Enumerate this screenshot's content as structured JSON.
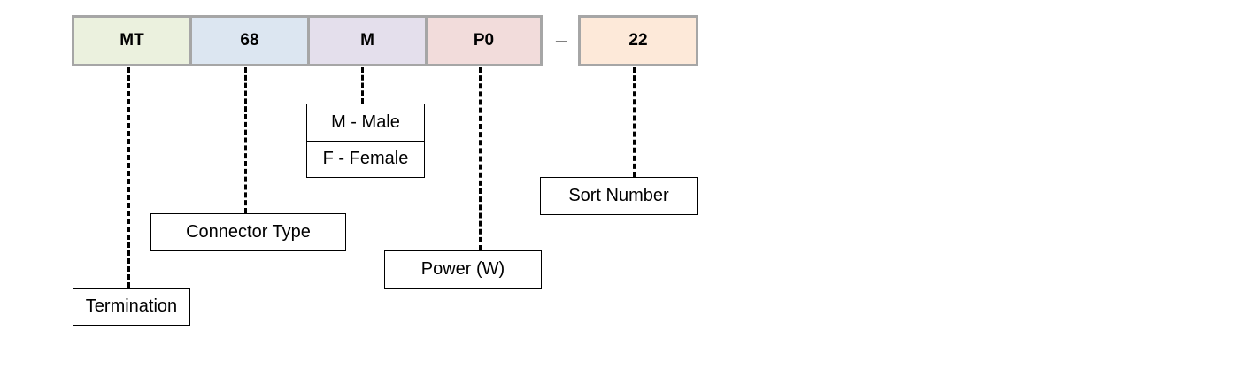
{
  "segments": [
    {
      "code": "MT",
      "color": "#ebf1de"
    },
    {
      "code": "68",
      "color": "#dce6f1"
    },
    {
      "code": "M",
      "color": "#e4dfec"
    },
    {
      "code": "P0",
      "color": "#f2dcdb"
    },
    {
      "code": "22",
      "color": "#fde9d9"
    }
  ],
  "separator": "–",
  "labels": {
    "termination": "Termination",
    "connector_type": "Connector Type",
    "gender_male": "M - Male",
    "gender_female": "F - Female",
    "power": "Power (W)",
    "sort_number": "Sort Number"
  }
}
